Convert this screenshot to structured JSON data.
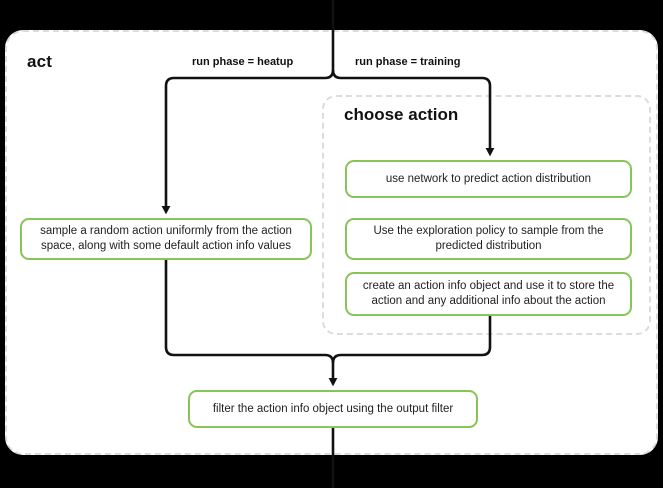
{
  "diagram": {
    "type": "flowchart",
    "title": "act",
    "accent_color": "#87c556",
    "container_border_color": "#dcdcdc",
    "line_color": "#111111",
    "background": "#ffffff",
    "outer_container": {
      "label": "act",
      "style": "dashed-rounded"
    },
    "sub_container": {
      "label": "choose action",
      "style": "dashed-rounded"
    },
    "edge_labels": {
      "left_branch": "run phase = heatup",
      "right_branch": "run phase = training"
    },
    "nodes": [
      {
        "id": "sample",
        "text": "sample a random action uniformly from the action space, along with some default action info values"
      },
      {
        "id": "predict",
        "text": "use network to predict action distribution"
      },
      {
        "id": "explore",
        "text": "Use the exploration policy to sample from the predicted distribution"
      },
      {
        "id": "create",
        "text": "create an action info object and use it to store the action and any additional info about the action"
      },
      {
        "id": "filter",
        "text": "filter the action info object using the output filter"
      }
    ]
  }
}
